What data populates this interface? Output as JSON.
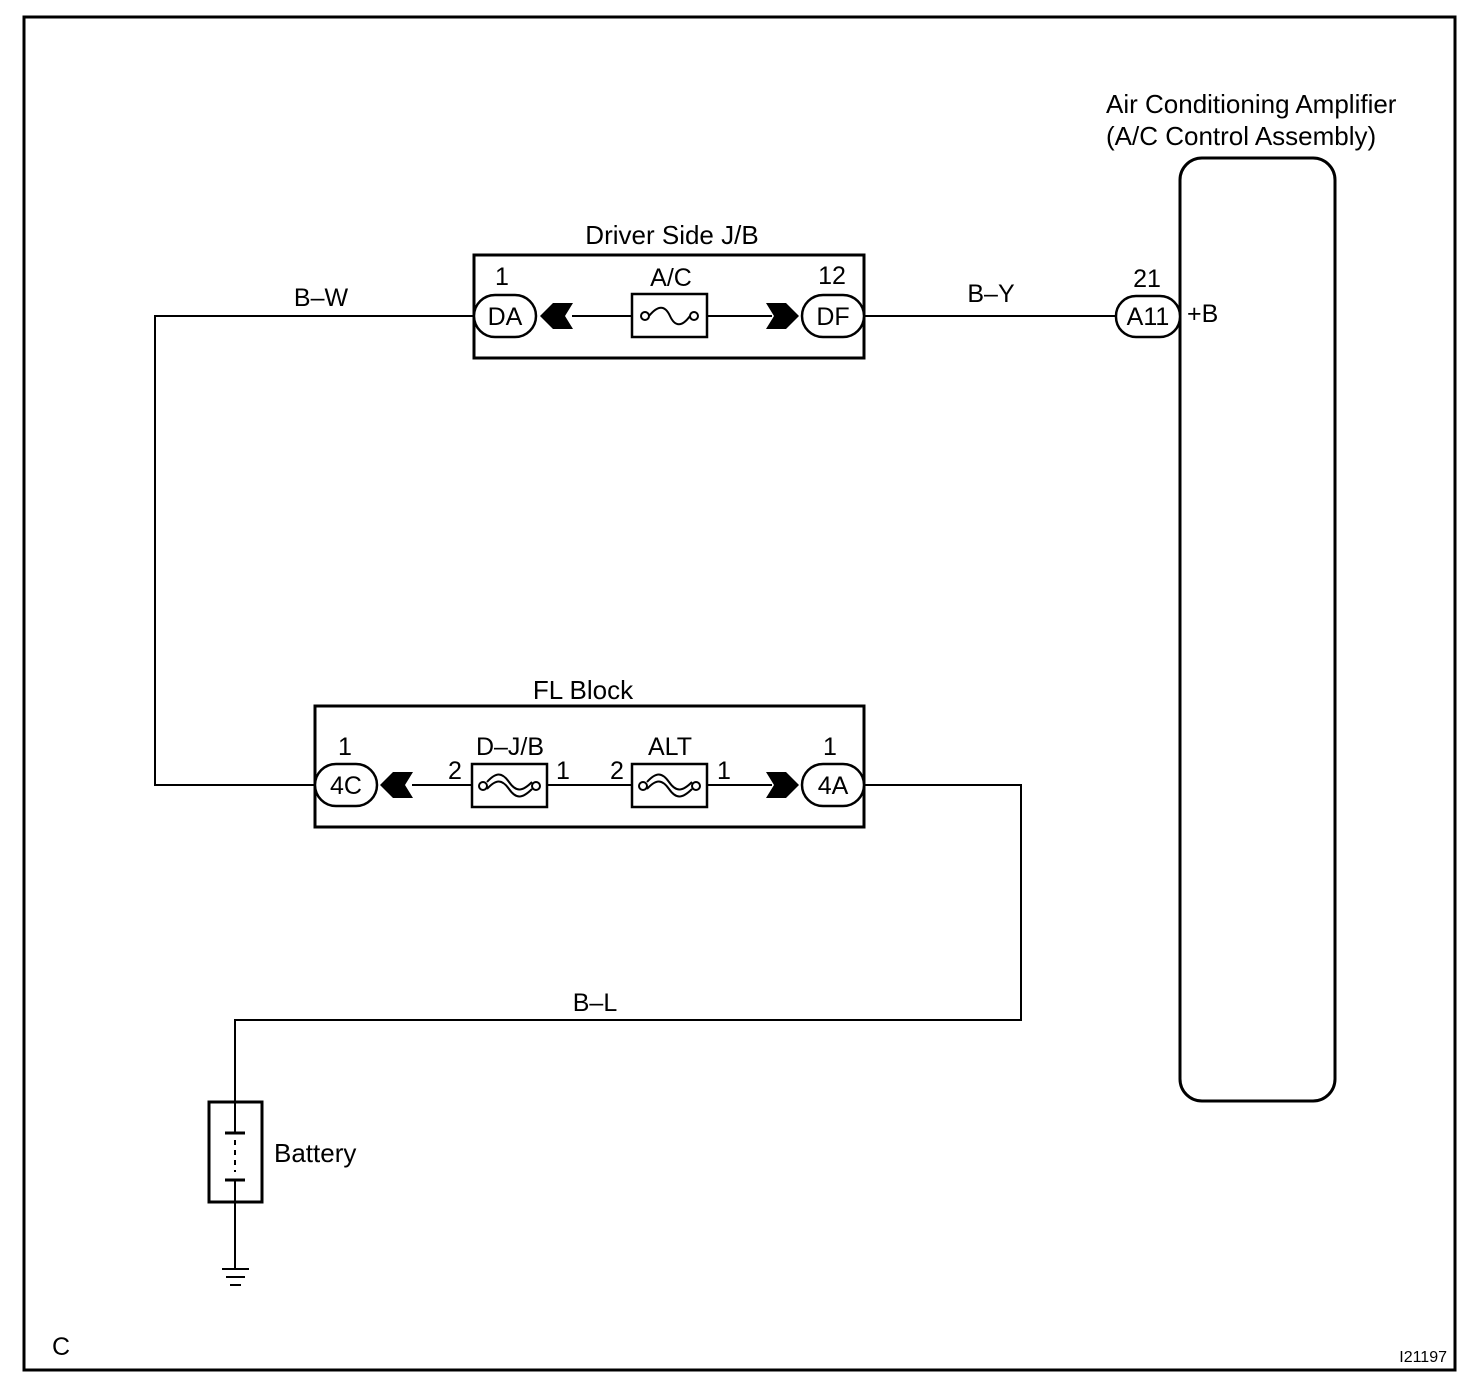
{
  "diagram": {
    "amplifier": {
      "title_line1": "Air Conditioning Amplifier",
      "title_line2": "(A/C Control Assembly)",
      "connector": "A11",
      "pin": "21",
      "terminal": "+B"
    },
    "driver_jb": {
      "title": "Driver Side J/B",
      "fuse": "A/C",
      "left_connector": "DA",
      "left_pin": "1",
      "right_connector": "DF",
      "right_pin": "12"
    },
    "fl_block": {
      "title": "FL Block",
      "fuse1": "D–J/B",
      "fuse1_pin_left": "2",
      "fuse1_pin_right": "1",
      "fuse2": "ALT",
      "fuse2_pin_left": "2",
      "fuse2_pin_right": "1",
      "left_connector": "4C",
      "left_pin": "1",
      "right_connector": "4A",
      "right_pin": "1"
    },
    "wires": {
      "bw": "B–W",
      "by": "B–Y",
      "bl": "B–L"
    },
    "battery": "Battery",
    "corner_label": "C",
    "figure_id": "I21197"
  }
}
